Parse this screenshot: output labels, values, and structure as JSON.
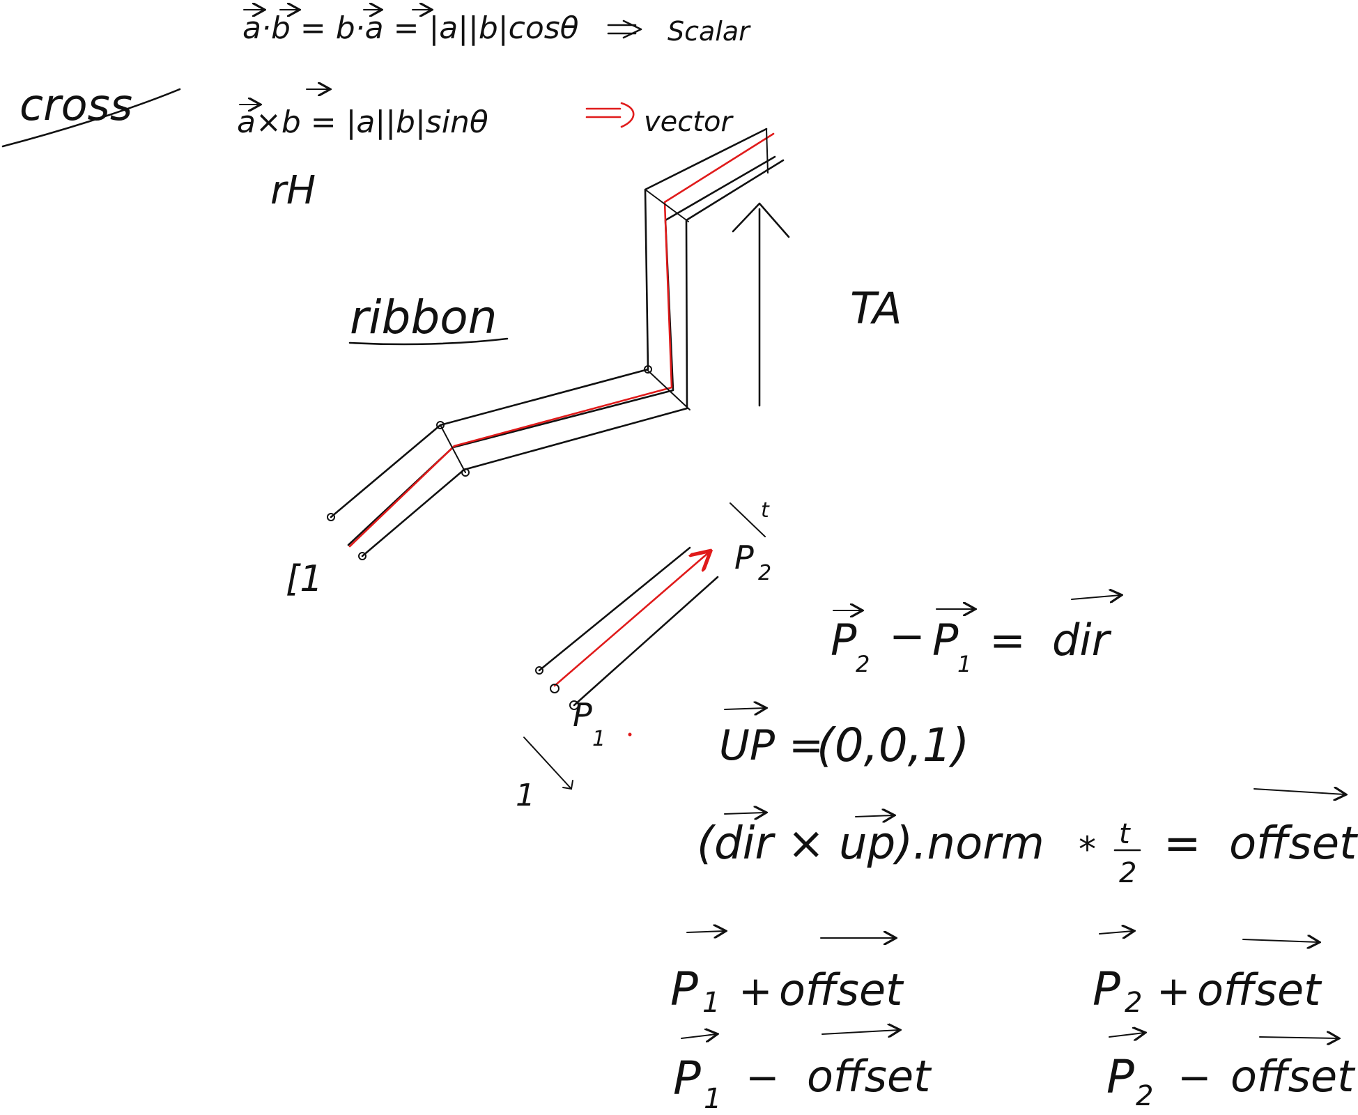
{
  "colors": {
    "ink": "#111111",
    "accent": "#e01b1b",
    "background": "#ffffff"
  },
  "notes": {
    "dot_formula": "a·b = b·a = |a||b|cosθ",
    "dot_result": "Scalar",
    "cross_heading": "cross",
    "cross_formula": "a×b = |a||b|sinθ",
    "cross_result": "vector",
    "rh_label": "rH",
    "ribbon_heading": "ribbon",
    "ta_label": "TA",
    "width_label_top": "t",
    "width_label_bottom": "1",
    "bracket_label": "[1",
    "p1_label": "P",
    "p1_sub": "1",
    "p2_label": "P",
    "p2_sub": "2"
  },
  "equations": {
    "dir_eq": {
      "lhs_a": "P",
      "lhs_a_sub": "2",
      "minus": "−",
      "lhs_b": "P",
      "lhs_b_sub": "1",
      "eq": "=",
      "rhs": "dir"
    },
    "up_eq": {
      "lhs": "UP",
      "eq": "=",
      "rhs": "(0,0,1)"
    },
    "offset_eq": {
      "lhs": "(dir × up).norm",
      "mult": "*",
      "frac_num": "t",
      "frac_den": "2",
      "eq": "=",
      "rhs": "offset"
    },
    "corners": [
      {
        "p": "P",
        "sub": "1",
        "op": "+",
        "term": "offset"
      },
      {
        "p": "P",
        "sub": "2",
        "op": "+",
        "term": "offset"
      },
      {
        "p": "P",
        "sub": "1",
        "op": "−",
        "term": "offset"
      },
      {
        "p": "P",
        "sub": "2",
        "op": "−",
        "term": "offset"
      }
    ]
  }
}
